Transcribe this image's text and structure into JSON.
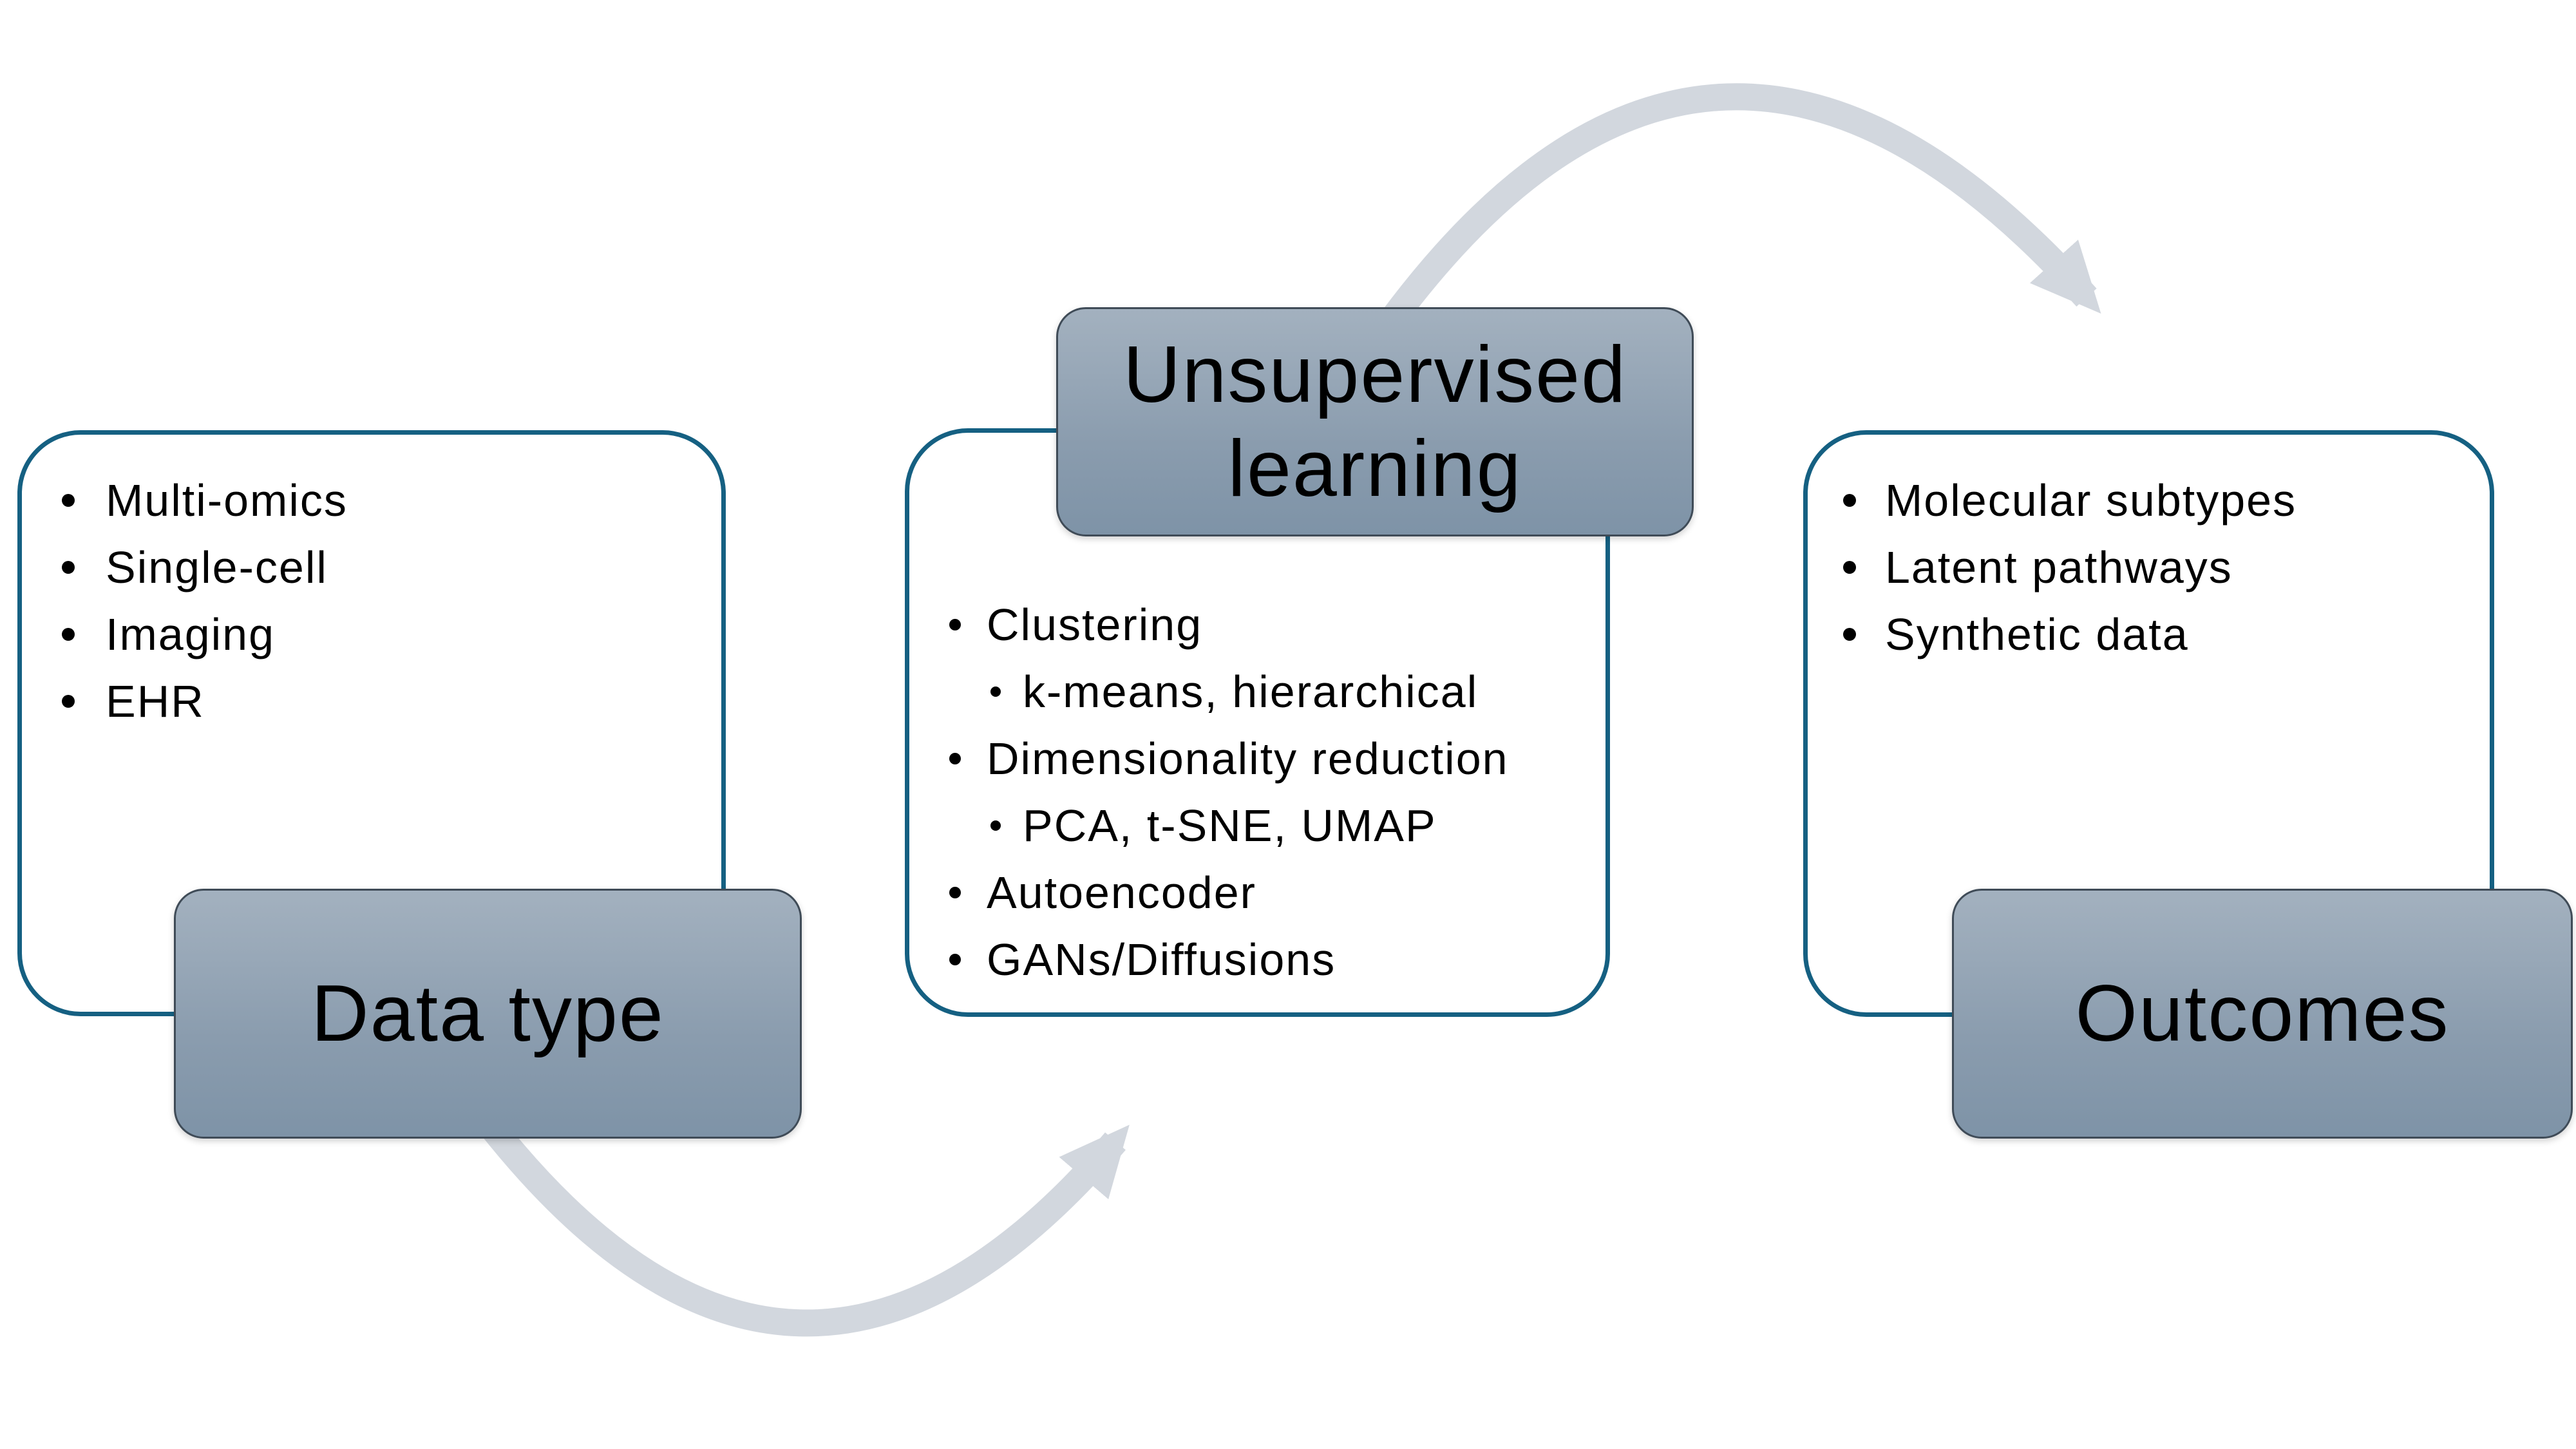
{
  "background": "#ffffff",
  "colors": {
    "panel_border": "#156082",
    "panel_fill": "#ffffff",
    "title_box_gradient_top": "#a3b1bf",
    "title_box_gradient_bottom": "#7e93a7",
    "title_box_border": "#3f4b57",
    "arrow": "#d2d7de",
    "text": "#000000",
    "bullet": "#000000"
  },
  "icons": {
    "bullet": "filled-disc",
    "arrow_bottom": "curved-arrow-up-right",
    "arrow_top": "curved-arrow-down-right"
  },
  "flow": {
    "left_panel": {
      "title": "Data type",
      "items": [
        {
          "label": "Multi-omics",
          "level": 1
        },
        {
          "label": "Single-cell",
          "level": 1
        },
        {
          "label": "Imaging",
          "level": 1
        },
        {
          "label": "EHR",
          "level": 1
        }
      ]
    },
    "middle_panel": {
      "title": "Unsupervised learning",
      "items": [
        {
          "label": "Clustering",
          "level": 1
        },
        {
          "label": "k-means, hierarchical",
          "level": 2
        },
        {
          "label": "Dimensionality reduction",
          "level": 1
        },
        {
          "label": "PCA, t-SNE, UMAP",
          "level": 2
        },
        {
          "label": "Autoencoder",
          "level": 1
        },
        {
          "label": "GANs/Diffusions",
          "level": 1
        }
      ]
    },
    "right_panel": {
      "title": "Outcomes",
      "items": [
        {
          "label": "Molecular subtypes",
          "level": 1
        },
        {
          "label": "Latent pathways",
          "level": 1
        },
        {
          "label": "Synthetic data",
          "level": 1
        }
      ]
    }
  }
}
